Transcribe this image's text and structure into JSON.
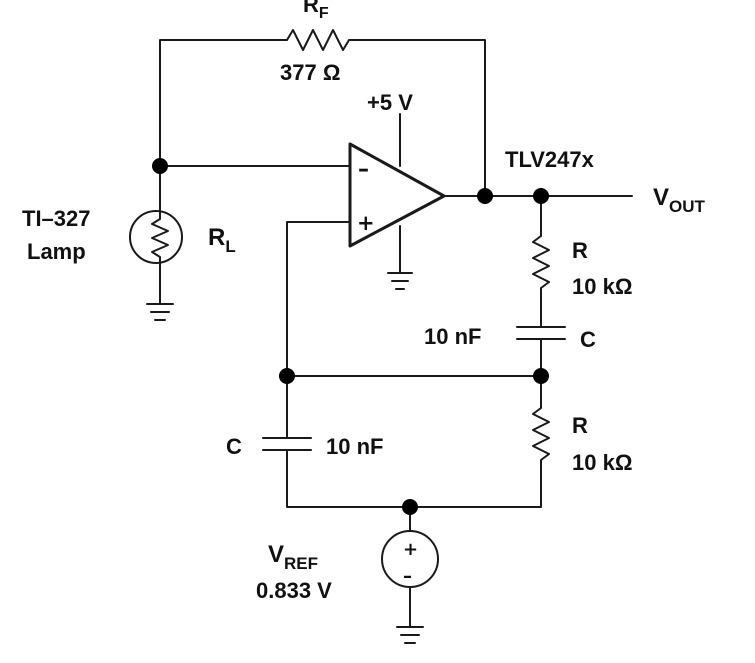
{
  "feedback_resistor": {
    "label_main": "R",
    "label_sub": "F",
    "value": "377 Ω"
  },
  "supply": {
    "label": "+5 V"
  },
  "opamp": {
    "part": "TLV247x",
    "inverting_sign": "–",
    "noninverting_sign": "+"
  },
  "output": {
    "label_main": "V",
    "label_sub": "OUT"
  },
  "lamp": {
    "name_line1": "TI–327",
    "name_line2": "Lamp",
    "label_main": "R",
    "label_sub": "L"
  },
  "series_resistor": {
    "label": "R",
    "value": "10 kΩ"
  },
  "series_capacitor": {
    "label": "C",
    "value": "10 nF"
  },
  "shunt_capacitor": {
    "label": "C",
    "value": "10 nF"
  },
  "shunt_resistor": {
    "label": "R",
    "value": "10 kΩ"
  },
  "reference": {
    "label_main": "V",
    "label_sub": "REF",
    "value": "0.833 V",
    "plus_sign": "+",
    "minus_sign": "–"
  }
}
